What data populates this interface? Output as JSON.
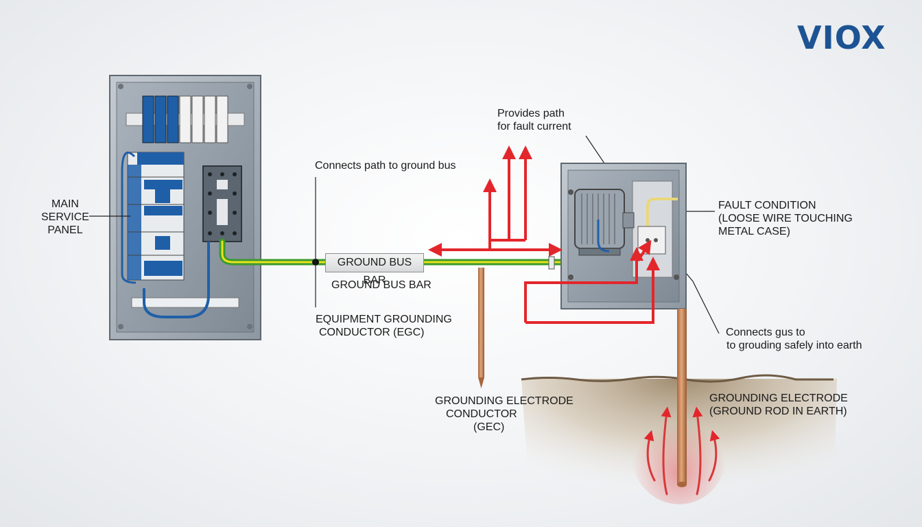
{
  "brand": {
    "logo_text": "VIOX",
    "logo_color": "#1d5393"
  },
  "labels": {
    "main_service_panel": [
      "MAIN",
      "SERVICE",
      "PANEL"
    ],
    "connects_path": "Connects path to ground bus",
    "provides_path": [
      "Provides path",
      "for fault current"
    ],
    "ground_bus_bar_box": "GROUND BUS BAR",
    "ground_bus_bar": "GROUND BUS BAR",
    "egc": [
      "EQUIPMENT GROUNDING",
      "CONDUCTOR (EGC)"
    ],
    "gec": [
      "GROUNDING ELECTRODE",
      "CONDUCTOR",
      "(GEC)"
    ],
    "fault_condition": [
      "FAULT CONDITION",
      "(LOOSE WIRE TOUCHING",
      "METAL CASE)"
    ],
    "connects_gus": [
      "Connects gus to",
      "to grouding safely into earth"
    ],
    "grounding_electrode": [
      "GROUNDING ELECTRODE",
      "(GROUND ROD IN EARTH)"
    ]
  },
  "colors": {
    "fault_current": "#e3262b",
    "ground_wire_green": "#3a9a2e",
    "ground_wire_yellow": "#e8e21e",
    "copper_rod": "#c98a5b",
    "breaker_blue": "#1f5fa8",
    "panel_gray": "#8d969f"
  }
}
